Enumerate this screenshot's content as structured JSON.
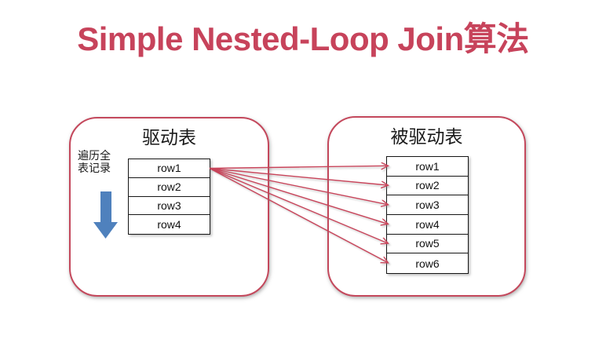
{
  "title": "Simple Nested-Loop Join算法",
  "driver": {
    "header": "驱动表",
    "note_lines": [
      "遍历全",
      "表记录"
    ],
    "rows": [
      "row1",
      "row2",
      "row3",
      "row4"
    ]
  },
  "driven": {
    "header": "被驱动表",
    "rows": [
      "row1",
      "row2",
      "row3",
      "row4",
      "row5",
      "row6"
    ]
  },
  "colors": {
    "title_red": "#C7435B",
    "box_border_red": "#C4485C",
    "join_arrow_red": "#C8445A",
    "scan_arrow_blue": "#4F81BD"
  }
}
